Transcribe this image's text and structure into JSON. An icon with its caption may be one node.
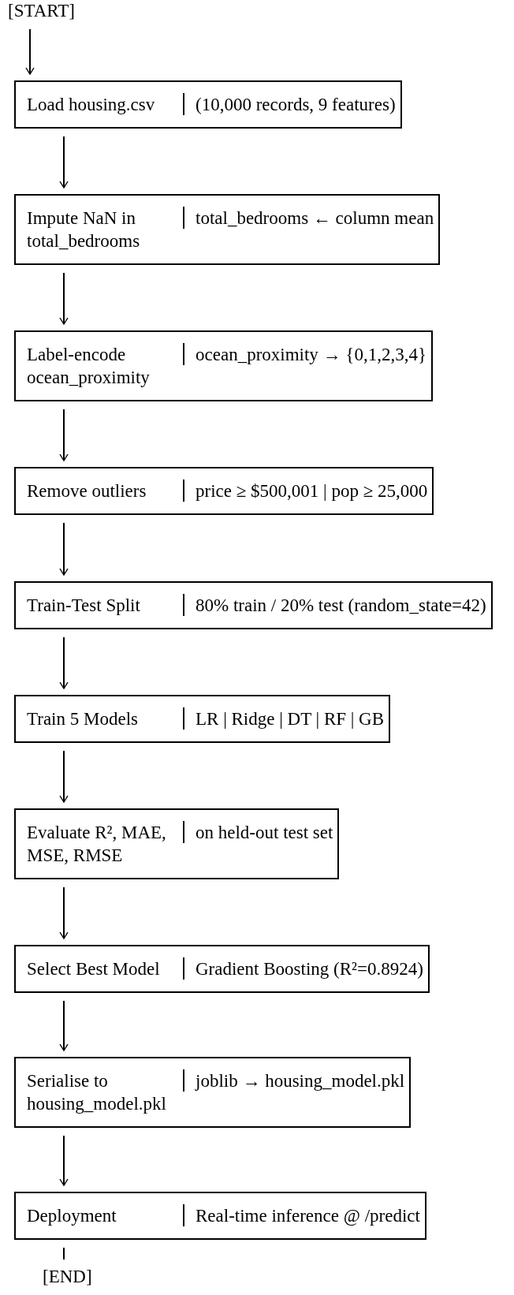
{
  "diagram": {
    "nodes": [
      {
        "text": [
          "[START]"
        ]
      },
      {
        "text": [
          "Load housing.csv",
          "(10,000 records, 9 features)"
        ]
      },
      {
        "text": [
          "Impute NaN in total_bedrooms",
          "total_bedrooms ← column mean"
        ]
      },
      {
        "text": [
          "Label-encode ocean_proximity",
          "ocean_proximity → {0,1,2,3,4}"
        ]
      },
      {
        "text": [
          "Remove outliers",
          "price ≥ $500,001 | pop ≥ 25,000"
        ]
      },
      {
        "text": [
          "Train-Test Split",
          "80% train / 20% test (random_state=42)"
        ]
      },
      {
        "text": [
          "Train 5 Models",
          "LR | Ridge | DT | RF | GB"
        ]
      },
      {
        "text": [
          "Evaluate R², MAE, MSE, RMSE",
          "on held-out test set"
        ]
      },
      {
        "text": [
          "Select Best Model",
          "Gradient Boosting (R²=0.8924)"
        ]
      },
      {
        "text": [
          "Serialise to housing_model.pkl",
          "joblib → housing_model.pkl"
        ]
      },
      {
        "text": [
          "Deployment",
          "Real-time inference @ /predict"
        ]
      },
      {
        "text": [
          "[END]"
        ]
      }
    ],
    "edges": [
      {
        "from": 0,
        "to": 1,
        "arrow": "to"
      },
      {
        "from": 1,
        "to": 2,
        "arrow": "to"
      },
      {
        "from": 2,
        "to": 3,
        "arrow": "to"
      },
      {
        "from": 3,
        "to": 4,
        "arrow": "to"
      },
      {
        "from": 4,
        "to": 5,
        "arrow": "to"
      },
      {
        "from": 5,
        "to": 6,
        "arrow": "to"
      },
      {
        "from": 6,
        "to": 7,
        "arrow": "to"
      },
      {
        "from": 7,
        "to": 8,
        "arrow": "to"
      },
      {
        "from": 8,
        "to": 9,
        "arrow": "to"
      },
      {
        "from": 9,
        "to": 10,
        "arrow": "to"
      },
      {
        "from": 10,
        "to": 11,
        "arrow": "none"
      }
    ]
  }
}
